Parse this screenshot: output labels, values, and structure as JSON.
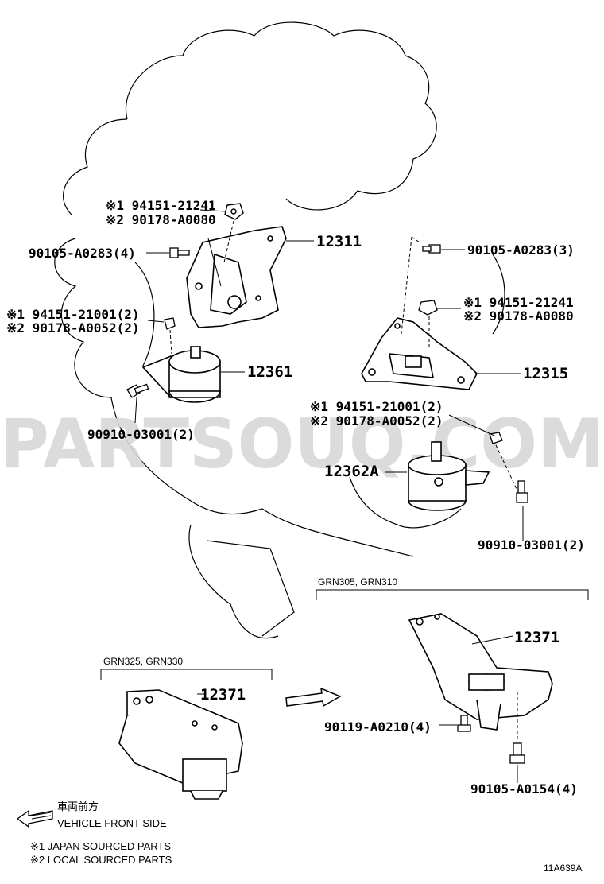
{
  "watermark": "PARTSOUQ.COM",
  "diagram_code": "11A639A",
  "labels": {
    "p12311": "12311",
    "p12361": "12361",
    "p12315": "12315",
    "p12362a": "12362A",
    "p12371_left": "12371",
    "p12371_right": "12371",
    "nut_top_1": "※1 94151-21241",
    "nut_top_2": "※2 90178-A0080",
    "bolt_left_top": "90105-A0283(4)",
    "nut_left_1": "※1 94151-21001(2)",
    "nut_left_2": "※2 90178-A0052(2)",
    "bolt_left_low": "90910-03001(2)",
    "bolt_right_top": "90105-A0283(3)",
    "nut_right_1": "※1 94151-21241",
    "nut_right_2": "※2 90178-A0080",
    "nut_mid_1": "※1 94151-21001(2)",
    "nut_mid_2": "※2 90178-A0052(2)",
    "bolt_right_low": "90910-03001(2)",
    "bolt_bottom_1": "90119-A0210(4)",
    "bolt_bottom_2": "90105-A0154(4)"
  },
  "groups": {
    "left": "GRN325, GRN330",
    "right": "GRN305, GRN310"
  },
  "legend": {
    "front_jp": "車両前方",
    "front_en": "VEHICLE FRONT SIDE",
    "note1": "※1 JAPAN SOURCED PARTS",
    "note2": "※2 LOCAL SOURCED PARTS"
  }
}
